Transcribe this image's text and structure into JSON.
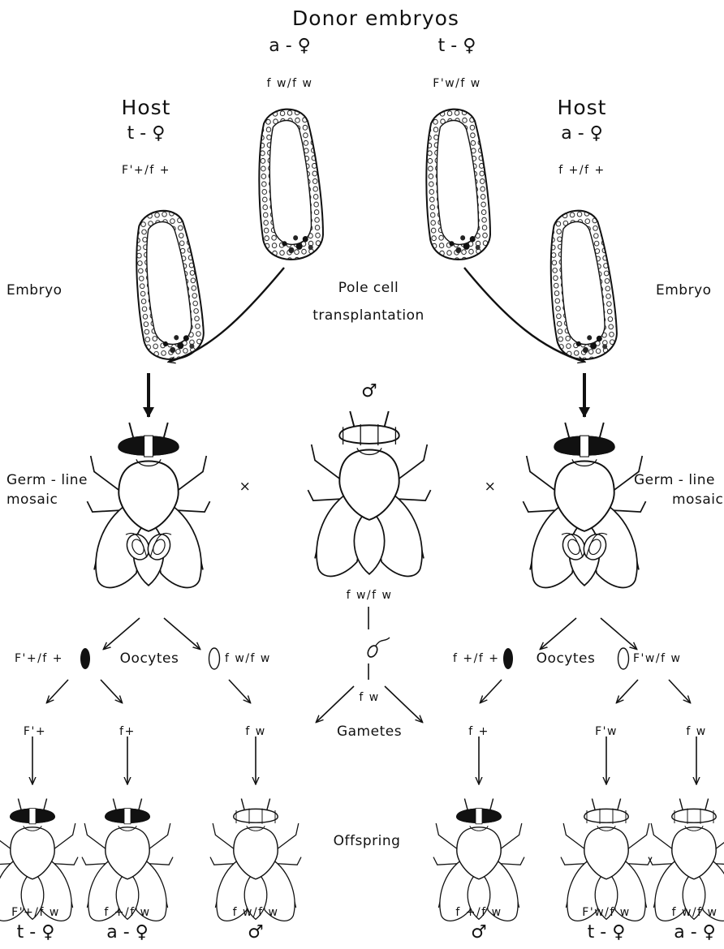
{
  "title": "Donor embryos",
  "donors": [
    {
      "sex": "a - ♀",
      "genotype": "f w/f w"
    },
    {
      "sex": "t - ♀",
      "genotype": "F'w/f w"
    }
  ],
  "hosts": [
    {
      "title": "Host",
      "sex": "t - ♀",
      "genotype": "F'+/f +"
    },
    {
      "title": "Host",
      "sex": "a - ♀",
      "genotype": "f +/f +"
    }
  ],
  "labels": {
    "embryo": "Embryo",
    "pole_cell": "Pole cell",
    "transplantation": "transplantation",
    "mosaic_line1": "Germ - line",
    "mosaic_line2": "mosaic",
    "cross": "×",
    "oocytes": "Oocytes",
    "gametes": "Gametes",
    "offspring": "Offspring"
  },
  "male_parent": {
    "sex": "♂",
    "genotype": "f w/f w",
    "gamete": "f w"
  },
  "left_oocytes": {
    "dark": "F'+/f +",
    "light": "f w/f w"
  },
  "right_oocytes": {
    "dark": "f +/f +",
    "light": "F'w/f w"
  },
  "gametes": [
    "F'+",
    "f+",
    "f w",
    "f +",
    "F'w",
    "f w"
  ],
  "offspring": [
    {
      "genotype": "F'+/f w",
      "sex": "t - ♀"
    },
    {
      "genotype": "f +/f w",
      "sex": "a - ♀"
    },
    {
      "genotype": "f w/f w",
      "sex": "♂"
    },
    {
      "genotype": "f +/f w",
      "sex": "♂"
    },
    {
      "genotype": "F'w/f w",
      "sex": "t - ♀"
    },
    {
      "genotype": "f w/f w",
      "sex": "a - ♀"
    }
  ]
}
